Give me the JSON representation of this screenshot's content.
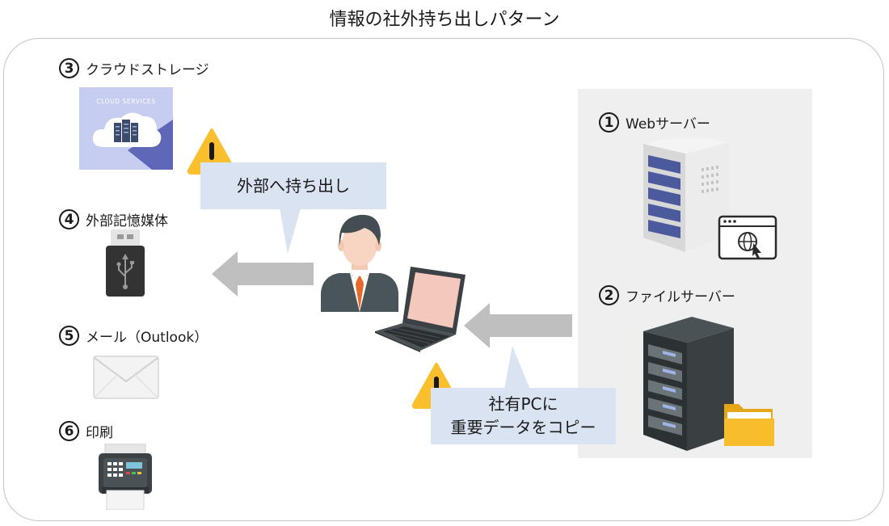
{
  "title": "情報の社外持ち出しパターン",
  "items": {
    "cloud": {
      "number": "3",
      "label": "クラウドストレージ",
      "image_text": "CLOUD SERVICES"
    },
    "external_media": {
      "number": "4",
      "label": "外部記憶媒体"
    },
    "mail": {
      "number": "5",
      "label": "メール（Outlook）"
    },
    "print": {
      "number": "6",
      "label": "印刷"
    },
    "web_server": {
      "number": "1",
      "label": "Webサーバー"
    },
    "file_server": {
      "number": "2",
      "label": "ファイルサーバー"
    }
  },
  "callouts": {
    "take_out": "外部へ持ち出し",
    "copy_line1": "社有PCに",
    "copy_line2": "重要データをコピー"
  },
  "colors": {
    "callout_bg": "#d9e3f1",
    "arrow": "#bfbfbf",
    "warning": "#f9bf2c",
    "panel_bg": "#efefef",
    "tie": "#e8682a"
  }
}
